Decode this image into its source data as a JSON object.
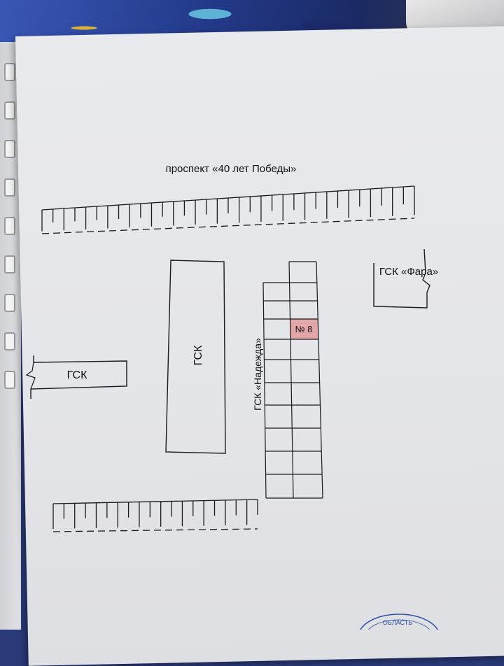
{
  "map": {
    "street_label": "проспект «40 лет Победы»",
    "gsk_left_label": "ГСК",
    "gsk_center_label": "ГСК",
    "gsk_nadezhda_label": "ГСК «Надежда»",
    "gsk_fara_label": "ГСК «Фара»",
    "plot_label": "№ 8",
    "stamp_text": "ОБЛАСТЬ"
  },
  "colors": {
    "highlight": "#e3a7aa",
    "line": "#1a1a1a",
    "stamp": "#2b4ea8"
  }
}
